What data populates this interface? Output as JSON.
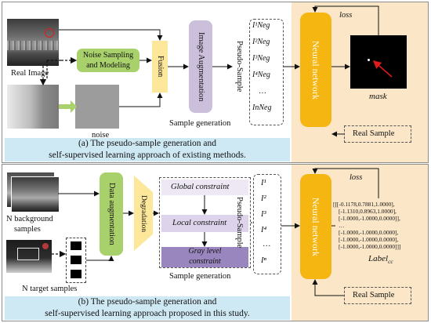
{
  "top": {
    "real_image_label": "Real Image",
    "noise_label": "noise",
    "noise_box": "Noise Sampling and Modeling",
    "fusion_label": "Fusion",
    "augmentation_label": "Image Augmentation",
    "sample_generation_label": "Sample generation",
    "pseudo_sample_label": "Pseudo-Sample",
    "neg_items": [
      "I¹Neg",
      "I²Neg",
      "I³Neg",
      "I⁴Neg",
      "…",
      "InNeg"
    ],
    "loss_label": "loss",
    "network_label": "Neural network",
    "mask_label": "mask",
    "real_sample_label": "Real Sample",
    "caption_line1": "(a) The pseudo-sample generation and",
    "caption_line2": "self-supervised learning approach of existing methods."
  },
  "bottom": {
    "background_label_1": "N background",
    "background_label_2": "samples",
    "target_label": "N target samples",
    "data_aug_label": "Data augmentation",
    "degradation_label": "Degradation",
    "global_label": "Global constraint",
    "local_label": "Local constraint",
    "gray_label_1": "Gray level",
    "gray_label_2": "constraint",
    "sample_generation_label": "Sample generation",
    "pseudo_sample_label": "Pseudo-Sample",
    "items": [
      "I¹",
      "I²",
      "I³",
      "I⁴",
      "…",
      "Iⁿ"
    ],
    "loss_label": "loss",
    "network_label": "Neural network",
    "matrix_lines": [
      "[[[-0.1178,0.7881,1.0000],",
      "[-1.1310,0.8963,1.0000],",
      "[-1.0000,-1.0000,0.0000]],",
      "…",
      "[-1.0000,-1.0000,0.0000],",
      "[-1.0000,-1.0000,0.0000],",
      "[-1.0000,-1.0000,0.0000]]]"
    ],
    "label_cc": "Label",
    "label_cc_sub": "cc",
    "real_sample_label": "Real Sample",
    "caption_line1": "(b) The pseudo-sample generation and",
    "caption_line2": "self-supervised learning approach proposed in this study."
  },
  "colors": {
    "green": "#a9d16b",
    "yellow": "#fde79a",
    "purple": "#cbbfdc",
    "orange": "#f6b612",
    "beige": "#fbe7c8",
    "caption_blue": "#cfe9f4",
    "gray_bar": "#9a86bf"
  }
}
